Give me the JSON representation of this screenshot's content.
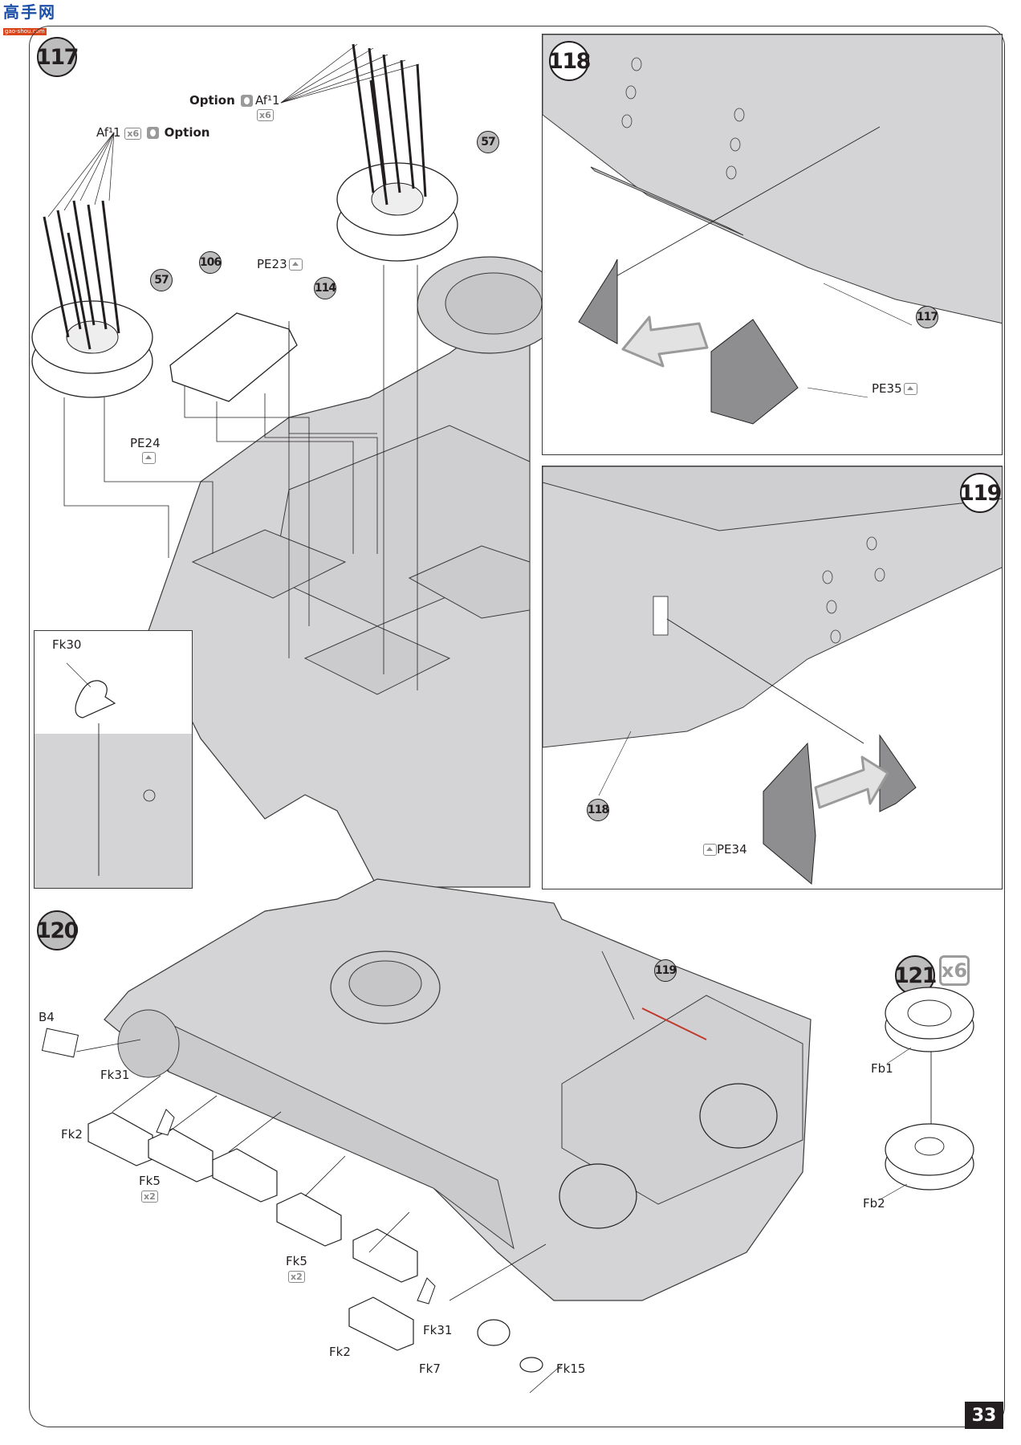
{
  "watermark": {
    "logo_text": "高手网",
    "url_text": "gao-shou.com"
  },
  "page_number": "33",
  "steps": {
    "s117": {
      "number": "117",
      "labels": {
        "option_top_left": "Option",
        "af_top": "Af¹1",
        "af_top_qty": "x6",
        "af_left": "Af¹1",
        "af_left_qty": "x6",
        "option_left": "Option",
        "ref_57_a": "57",
        "ref_57_b": "57",
        "ref_106": "106",
        "ref_114": "114",
        "pe23": "PE23",
        "pe24": "PE24"
      },
      "inset": {
        "part": "Fk30"
      }
    },
    "s118": {
      "number": "118",
      "ref_117": "117",
      "pe35": "PE35"
    },
    "s119": {
      "number": "119",
      "ref_118": "118",
      "pe34": "PE34"
    },
    "s120": {
      "number": "120",
      "ref_119": "119",
      "parts": {
        "b4": "B4",
        "fk31_a": "Fk31",
        "fk2_a": "Fk2",
        "fk5_a": "Fk5",
        "fk5_a_qty": "x2",
        "fk5_b": "Fk5",
        "fk5_b_qty": "x2",
        "fk2_b": "Fk2",
        "fk31_b": "Fk31",
        "fk7": "Fk7",
        "fk15": "Fk15"
      }
    },
    "s121": {
      "number": "121",
      "qty": "x6",
      "parts": {
        "fb1": "Fb1",
        "fb2": "Fb2"
      }
    }
  },
  "colors": {
    "hull_gray": "#d4d4d6",
    "pe_part_gray": "#8e8e90",
    "step_circle": "#bdbdbd",
    "line": "#231f20",
    "accent_red": "#c0392b"
  }
}
